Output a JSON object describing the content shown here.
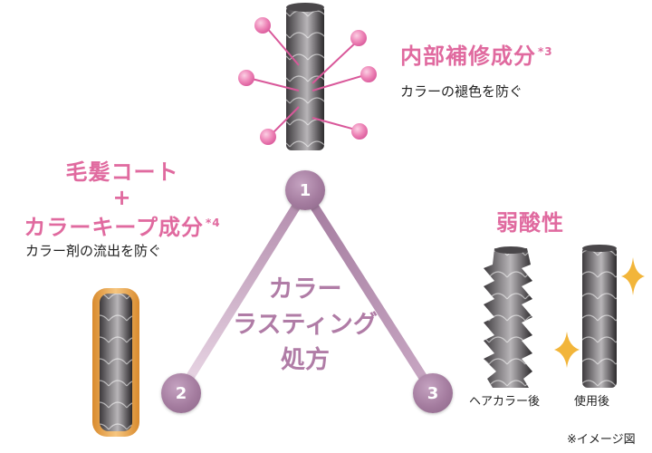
{
  "top": {
    "heading": "内部補修成分",
    "heading_note": "*3",
    "desc": "カラーの褪色を防ぐ"
  },
  "left": {
    "heading_line1": "毛髪コート",
    "plus": "+",
    "heading_line2": "カラーキープ成分",
    "heading_note": "*4",
    "desc": "カラー剤の流出を防ぐ"
  },
  "right": {
    "heading": "弱酸性",
    "caption_before": "ヘアカラー後",
    "caption_after": "使用後"
  },
  "triangle": {
    "nodes": [
      "1",
      "2",
      "3"
    ],
    "center_line1": "カラー",
    "center_line2": "ラスティング",
    "center_line3": "処方"
  },
  "footnote": "※イメージ図",
  "colors": {
    "accent_pink": "#e06a9f",
    "triangle_purple": "#a47c9f",
    "sparkle_gold": "#f2b53a",
    "coat_orange": "#e7a24a"
  }
}
